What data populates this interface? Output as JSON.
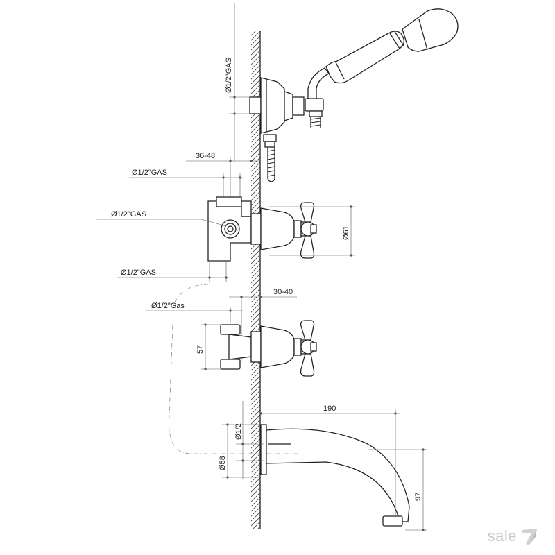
{
  "dimensions": {
    "d_top_gas": "Ø1/2\"GAS",
    "d_36_48": "36-48",
    "d_gas_upper": "Ø1/2\"GAS",
    "d_gas_middle": "Ø1/2\"GAS",
    "d_gas_lower": "Ø1/2\"GAS",
    "d_30_40": "30-40",
    "d_gas_small": "Ø1/2\"Gas",
    "d_61": "Ø61",
    "d_57": "57",
    "d_190": "190",
    "d_half": "Ø1/2",
    "d_58": "Ø58",
    "d_97": "97"
  },
  "watermark": {
    "text": "sale",
    "logo": "seven-logo-icon"
  }
}
